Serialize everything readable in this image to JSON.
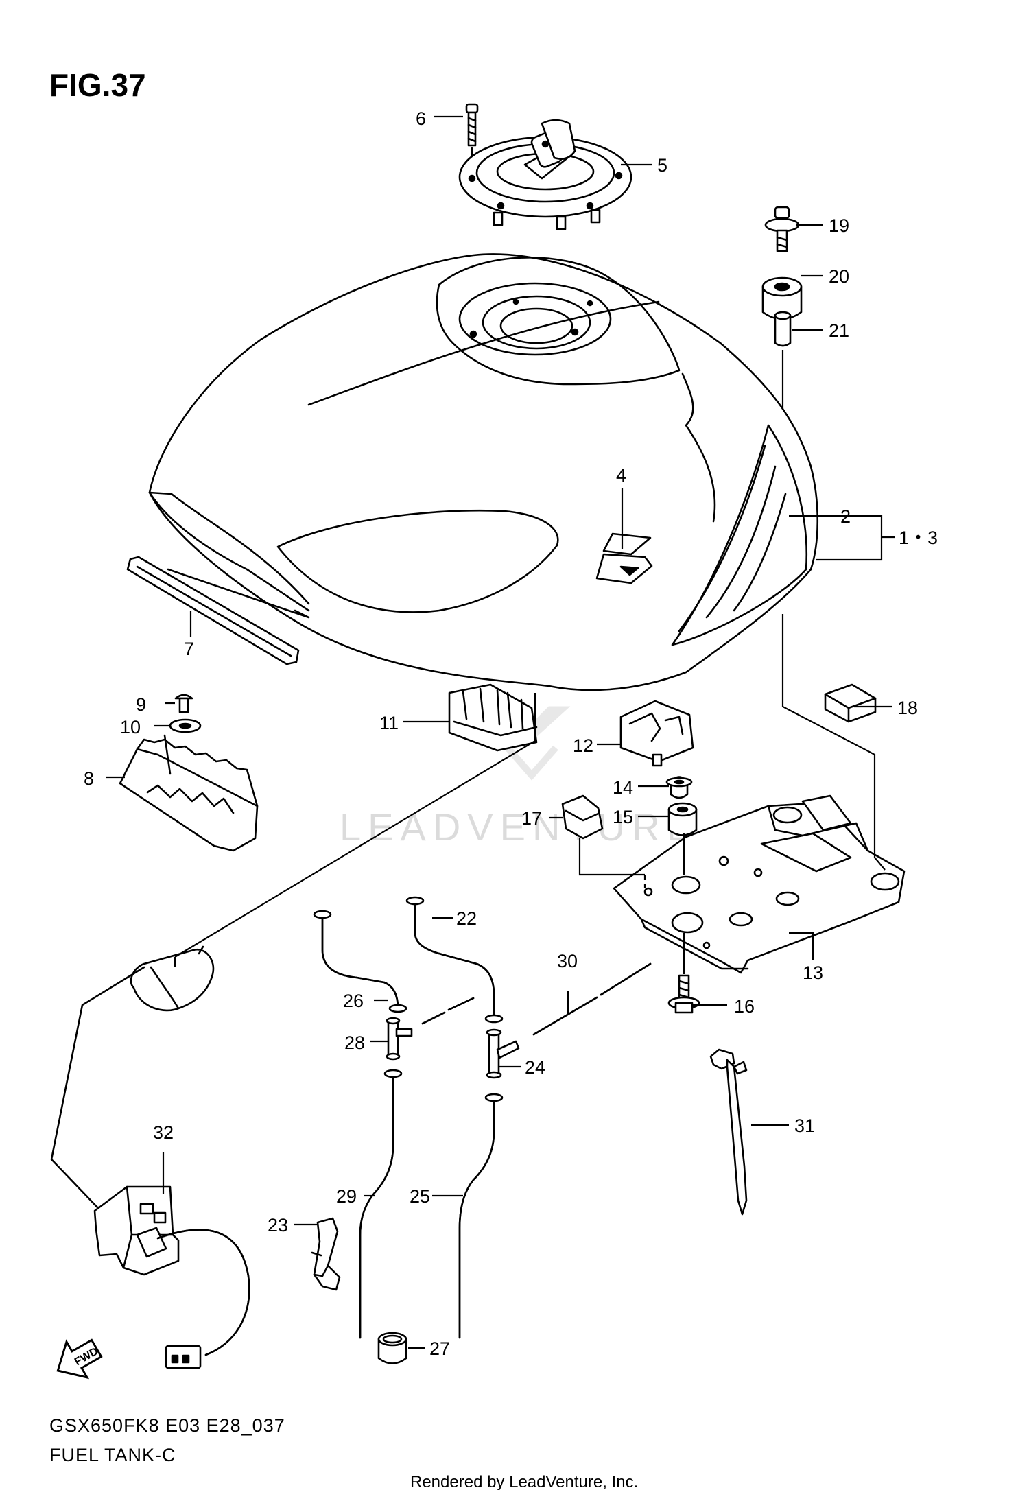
{
  "figure_label": "FIG.37",
  "model_code": "GSX650FK8 E03 E28_037",
  "section_name": "FUEL TANK-C",
  "render_credit": "Rendered by LeadVenture, Inc.",
  "watermark_text": "LEADVENTURE",
  "direction_badge": "FWD",
  "callouts": {
    "c1_3": "1・3",
    "c2": "2",
    "c4": "4",
    "c5": "5",
    "c6": "6",
    "c7": "7",
    "c8": "8",
    "c9": "9",
    "c10": "10",
    "c11": "11",
    "c12": "12",
    "c13": "13",
    "c14": "14",
    "c15": "15",
    "c16": "16",
    "c17": "17",
    "c18": "18",
    "c19": "19",
    "c20": "20",
    "c21": "21",
    "c22": "22",
    "c23": "23",
    "c24": "24",
    "c25": "25",
    "c26": "26",
    "c27": "27",
    "c28": "28",
    "c29": "29",
    "c30": "30",
    "c31": "31",
    "c32": "32"
  }
}
